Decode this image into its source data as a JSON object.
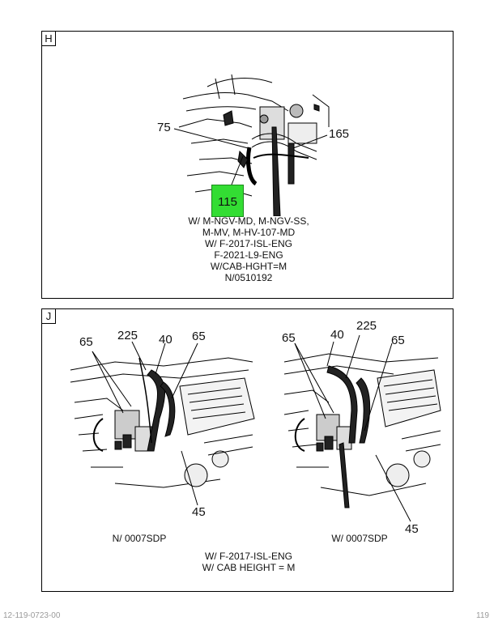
{
  "panel_h": {
    "tag": "H",
    "callouts": {
      "c75": "75",
      "c165": "165"
    },
    "highlight_label": "115",
    "caption_lines": [
      "W/ M-NGV-MD, M-NGV-SS,",
      "M-MV, M-HV-107-MD",
      "W/ F-2017-ISL-ENG",
      "F-2021-L9-ENG",
      "W/CAB-HGHT=M",
      "N/0510192"
    ]
  },
  "panel_j": {
    "tag": "J",
    "left_view": {
      "callouts": {
        "c65a": "65",
        "c225": "225",
        "c40": "40",
        "c65b": "65",
        "c45": "45"
      },
      "caption": "N/ 0007SDP"
    },
    "right_view": {
      "callouts": {
        "c65a": "65",
        "c40": "40",
        "c225": "225",
        "c65b": "65",
        "c45": "45"
      },
      "caption": "W/ 0007SDP"
    },
    "caption_lines": [
      "W/ F-2017-ISL-ENG",
      "W/ CAB HEIGHT = M"
    ]
  },
  "footer": {
    "left": "12-119-0723-00",
    "right": "119"
  },
  "colors": {
    "highlight": "#33dd33",
    "line": "#000000",
    "footer_text": "#9a9a9a"
  }
}
